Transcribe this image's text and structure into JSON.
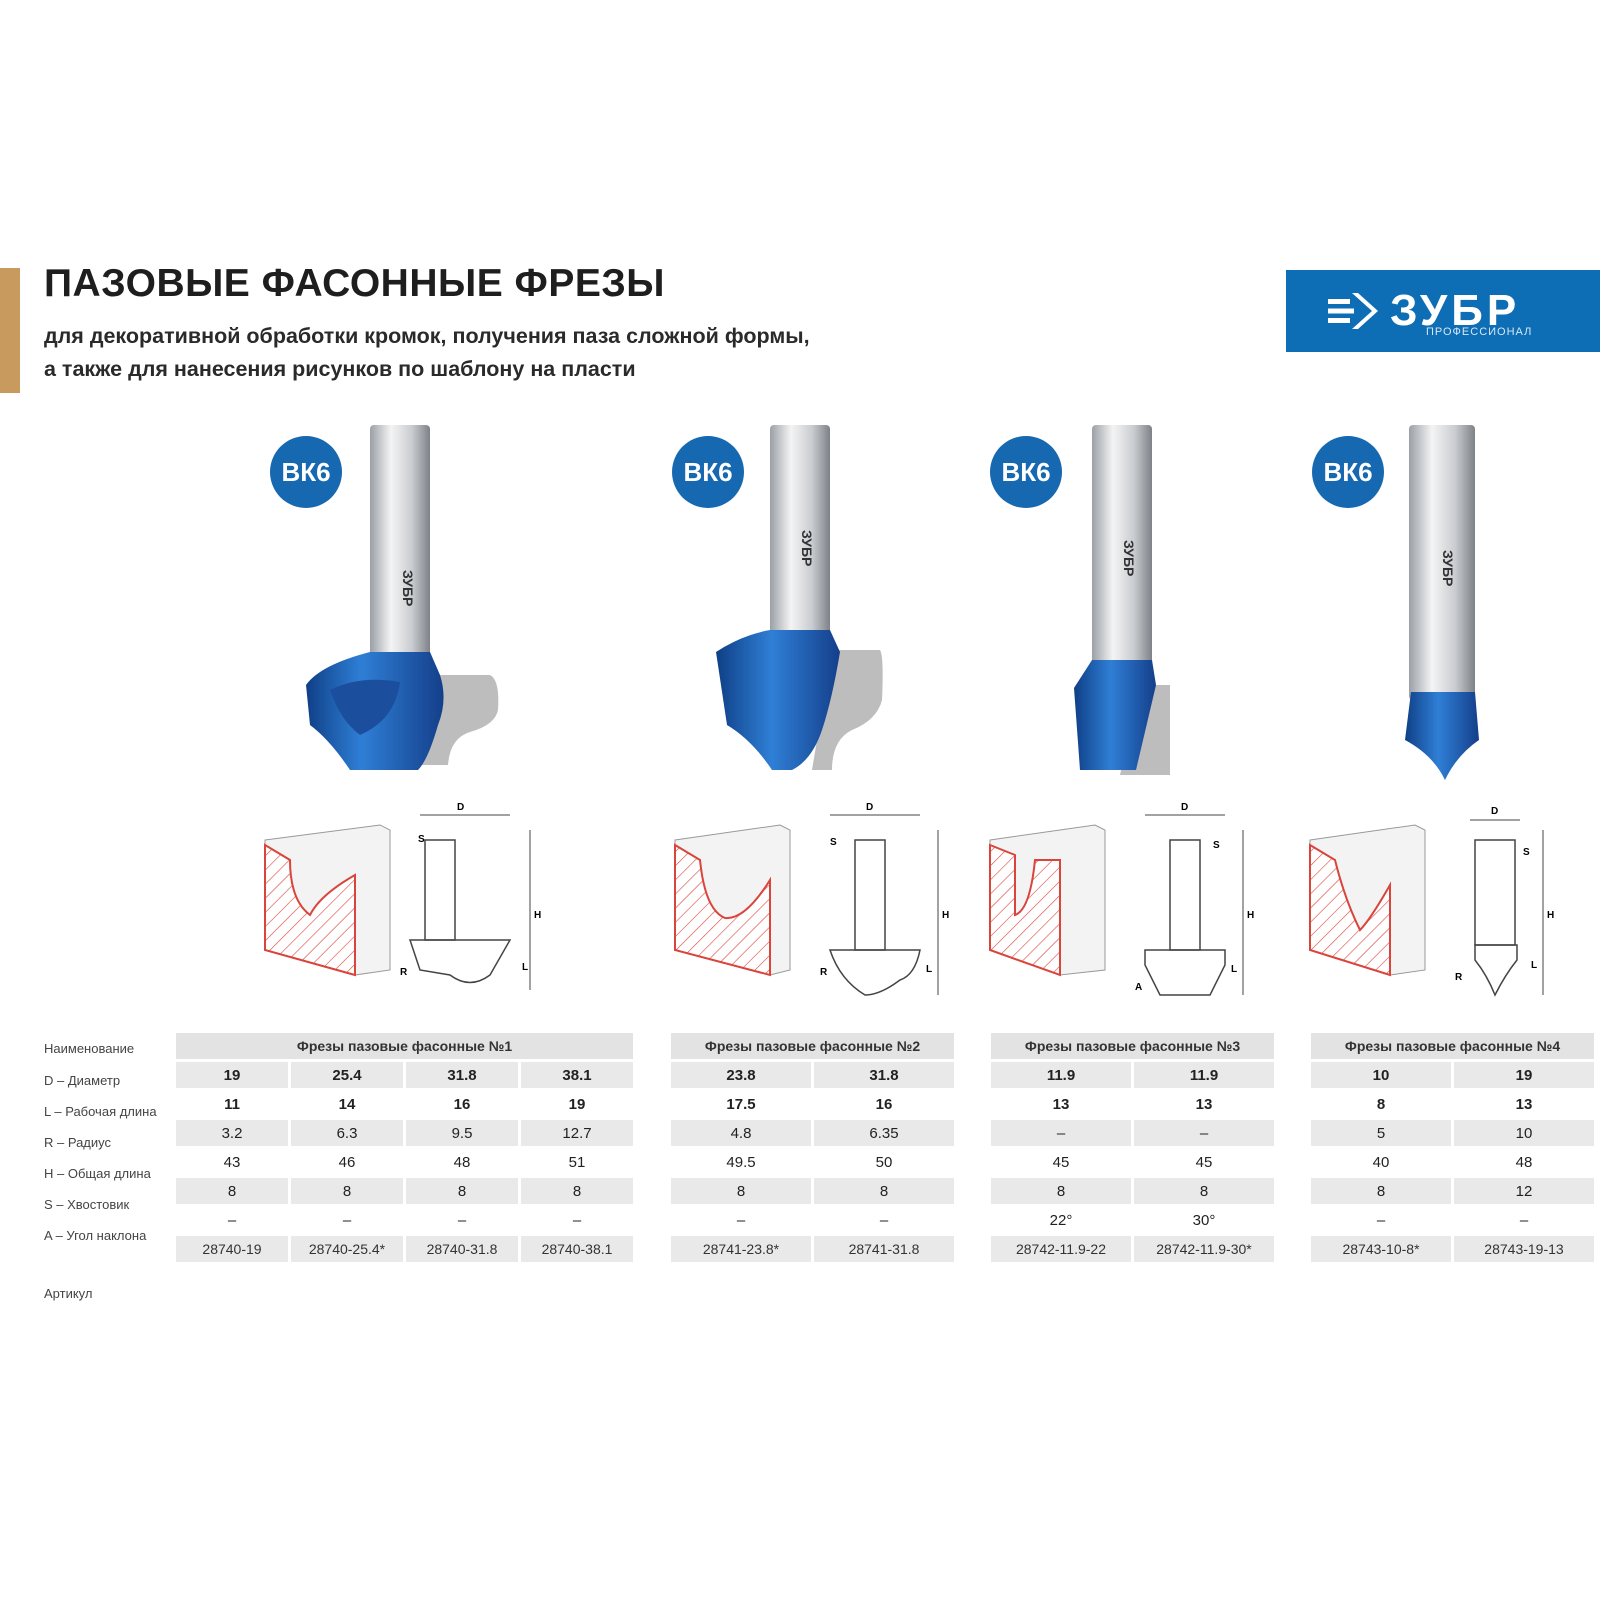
{
  "header": {
    "title": "ПАЗОВЫЕ ФАСОННЫЕ ФРЕЗЫ",
    "subtitle_line1": "для декоративной обработки кромок, получения паза сложной формы,",
    "subtitle_line2": "а также для нанесения рисунков по шаблону на пласти"
  },
  "logo": {
    "brand": "ЗУБР",
    "tagline": "ПРОФЕССИОНАЛ",
    "bg": "#0d6db5"
  },
  "badge_label": "ВК6",
  "shank_brand": "ЗУБР",
  "dimension_letters": {
    "D": "D",
    "S": "S",
    "H": "H",
    "L": "L",
    "R": "R",
    "A": "A"
  },
  "row_labels": {
    "name": "Наименование",
    "diameter": "D – Диаметр",
    "length": "L – Рабочая длина",
    "radius": "R – Радиус",
    "total": "H – Общая длина",
    "shank": "S – Хвостовик",
    "angle": "A – Угол наклона",
    "article": "Артикул"
  },
  "groups": [
    {
      "name": "Фрезы пазовые фасонные №1",
      "D": [
        "19",
        "25.4",
        "31.8",
        "38.1"
      ],
      "L": [
        "11",
        "14",
        "16",
        "19"
      ],
      "R": [
        "3.2",
        "6.3",
        "9.5",
        "12.7"
      ],
      "H": [
        "43",
        "46",
        "48",
        "51"
      ],
      "S": [
        "8",
        "8",
        "8",
        "8"
      ],
      "A": [
        "–",
        "–",
        "–",
        "–"
      ],
      "art": [
        "28740-19",
        "28740-25.4*",
        "28740-31.8",
        "28740-38.1"
      ]
    },
    {
      "name": "Фрезы пазовые фасонные №2",
      "D": [
        "23.8",
        "31.8"
      ],
      "L": [
        "17.5",
        "16"
      ],
      "R": [
        "4.8",
        "6.35"
      ],
      "H": [
        "49.5",
        "50"
      ],
      "S": [
        "8",
        "8"
      ],
      "A": [
        "–",
        "–"
      ],
      "art": [
        "28741-23.8*",
        "28741-31.8"
      ]
    },
    {
      "name": "Фрезы пазовые фасонные №3",
      "D": [
        "11.9",
        "11.9"
      ],
      "L": [
        "13",
        "13"
      ],
      "R": [
        "–",
        "–"
      ],
      "H": [
        "45",
        "45"
      ],
      "S": [
        "8",
        "8"
      ],
      "A": [
        "22°",
        "30°"
      ],
      "art": [
        "28742-11.9-22",
        "28742-11.9-30*"
      ]
    },
    {
      "name": "Фрезы пазовые фасонные №4",
      "D": [
        "10",
        "19"
      ],
      "L": [
        "8",
        "13"
      ],
      "R": [
        "5",
        "10"
      ],
      "H": [
        "40",
        "48"
      ],
      "S": [
        "8",
        "12"
      ],
      "A": [
        "–",
        "–"
      ],
      "art": [
        "28743-10-8*",
        "28743-19-13"
      ]
    }
  ],
  "colors": {
    "cutter_blue": "#1d5fb0",
    "accent": "#c89a5e",
    "section_red": "#d9443b"
  }
}
